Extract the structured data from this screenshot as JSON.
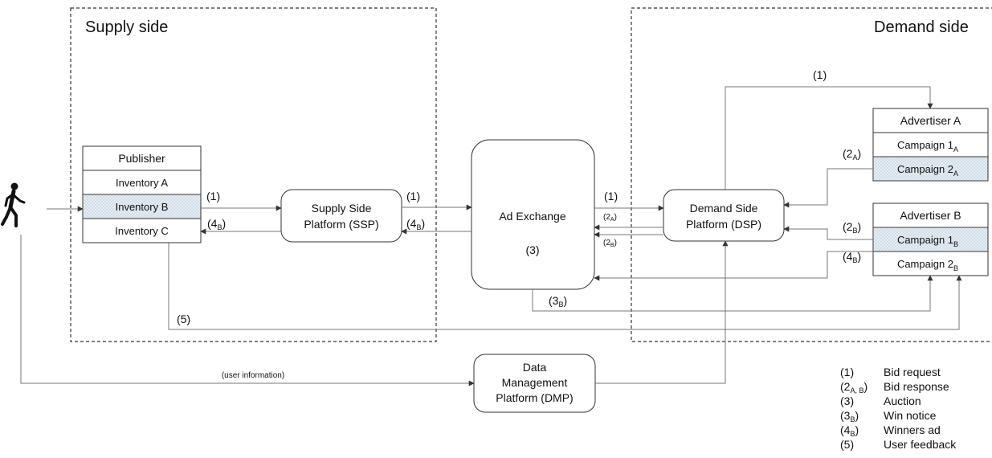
{
  "regions": {
    "supply": "Supply side",
    "demand": "Demand side"
  },
  "publisher": {
    "title": "Publisher",
    "items": [
      "Inventory A",
      "Inventory B",
      "Inventory C"
    ]
  },
  "ssp": {
    "line1": "Supply Side",
    "line2": "Platform (SSP)"
  },
  "adx": {
    "title": "Ad Exchange",
    "step": "(3)"
  },
  "dsp": {
    "line1": "Demand Side",
    "line2": "Platform (DSP)"
  },
  "dmp": {
    "line1": "Data",
    "line2": "Management",
    "line3": "Platform (DMP)"
  },
  "advertiser_a": {
    "title": "Advertiser A",
    "campaigns": [
      {
        "label": "Campaign 1",
        "sub": "A"
      },
      {
        "label": "Campaign 2",
        "sub": "A"
      }
    ]
  },
  "advertiser_b": {
    "title": "Advertiser B",
    "campaigns": [
      {
        "label": "Campaign 1",
        "sub": "B"
      },
      {
        "label": "Campaign 2",
        "sub": "B"
      }
    ]
  },
  "user_icon": "walking-person-icon",
  "flow_labels": {
    "user_information": "(user information)",
    "pub_ssp_req": "(1)",
    "pub_ssp_resp": {
      "main": "(4",
      "sub": "B",
      "end": ")"
    },
    "ssp_adx_req": "(1)",
    "ssp_adx_resp": {
      "main": "(4",
      "sub": "B",
      "end": ")"
    },
    "adx_dsp_req": "(1)",
    "adx_dsp_2a": {
      "main": "(2",
      "sub": "A",
      "end": ")"
    },
    "adx_dsp_2b": {
      "main": "(2",
      "sub": "B",
      "end": ")"
    },
    "dsp_adv_req": "(1)",
    "adv_a_resp": {
      "main": "(2",
      "sub": "A",
      "end": ")"
    },
    "adv_b_resp": {
      "main": "(2",
      "sub": "B",
      "end": ")"
    },
    "adv_b_ad": {
      "main": "(4",
      "sub": "B",
      "end": ")"
    },
    "win_notice": {
      "main": "(3",
      "sub": "B",
      "end": ")"
    },
    "user_feedback": "(5)"
  },
  "legend": [
    {
      "code": "(1)",
      "sub": "",
      "label": "Bid request"
    },
    {
      "code": "(2",
      "sub": "A, B",
      "label": "Bid response"
    },
    {
      "code": "(3)",
      "sub": "",
      "label": "Auction"
    },
    {
      "code": "(3",
      "sub": "B",
      "label": "Win notice"
    },
    {
      "code": "(4",
      "sub": "B",
      "label": "Winners ad"
    },
    {
      "code": "(5)",
      "sub": "",
      "label": "User feedback"
    }
  ],
  "colors": {
    "stroke": "#333333",
    "arrow": "#777777",
    "pattern_fill": "#e6eef4",
    "pattern_dot": "#9fb4c3"
  }
}
